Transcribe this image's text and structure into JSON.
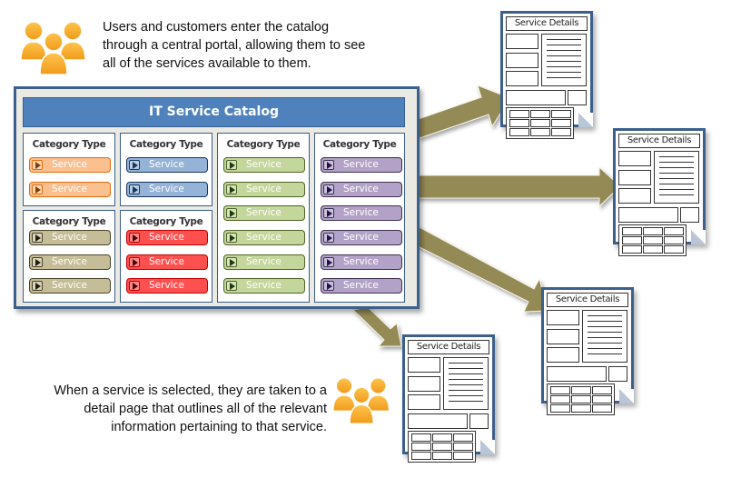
{
  "captions": {
    "top": "Users and customers enter the catalog through a central portal, allowing them to see all of the services available to them.",
    "bottom": "When a service is selected, they are taken to a detail page that outlines all of the relevant information pertaining to that service."
  },
  "icons": {
    "users_top": "users-group-icon",
    "users_bottom": "users-group-icon"
  },
  "catalog": {
    "title": "IT Service Catalog",
    "categories": [
      {
        "heading": "Category Type",
        "color": "#fac090",
        "border": "#e46c0a",
        "icon_color": "#7f3f0f",
        "services": [
          "Service",
          "Service"
        ]
      },
      {
        "heading": "Category Type",
        "color": "#95b3d7",
        "border": "#17375e",
        "icon_color": "#17375e",
        "services": [
          "Service",
          "Service"
        ]
      },
      {
        "heading": "Category Type",
        "color": "#c3d69b",
        "border": "#4f6228",
        "icon_color": "#1d3b0c",
        "services": [
          "Service",
          "Service",
          "Service",
          "Service",
          "Service",
          "Service"
        ]
      },
      {
        "heading": "Category Type",
        "color": "#b3a2c7",
        "border": "#3f3151",
        "icon_color": "#20124d",
        "services": [
          "Service",
          "Service",
          "Service",
          "Service",
          "Service",
          "Service"
        ]
      },
      {
        "heading": "Category Type",
        "color": "#c4bd97",
        "border": "#494429",
        "icon_color": "#1f1d0f",
        "services": [
          "Service",
          "Service",
          "Service"
        ]
      },
      {
        "heading": "Category Type",
        "color": "#ff5050",
        "border": "#c00000",
        "icon_color": "#4d0000",
        "services": [
          "Service",
          "Service",
          "Service"
        ]
      }
    ]
  },
  "detail_pages": [
    {
      "title": "Service Details"
    },
    {
      "title": "Service Details"
    },
    {
      "title": "Service Details"
    },
    {
      "title": "Service Details"
    }
  ],
  "colors": {
    "arrow": "#948a54",
    "frame": "#3d5f8c",
    "title_bar": "#4f81bd",
    "user_icon": "#f5a623"
  }
}
